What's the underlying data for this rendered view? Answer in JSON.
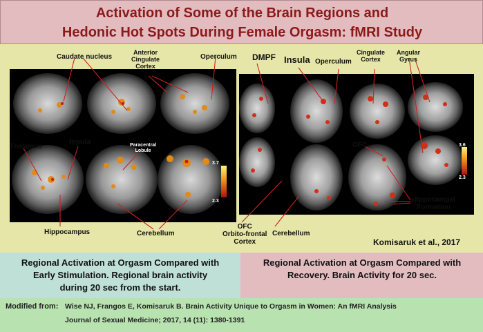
{
  "title": {
    "line1": "Activation of Some of the Brain Regions  and",
    "line2": "Hedonic Hot Spots During Female Orgasm: fMRI Study"
  },
  "left_panel": {
    "labels": {
      "caudate": "Caudate nucleus",
      "anterior_cingulate": "Anterior\nCingulate\nCortex",
      "operculum": "Operculum",
      "thalamus": "Thalamus",
      "insula": "Insula",
      "paracentral": "Paracentral\nLobule",
      "hippocampus": "Hippocampus",
      "cerebellum": "Cerebellum"
    },
    "scale": {
      "max": "3.7",
      "min": "2.3"
    }
  },
  "right_panel": {
    "labels": {
      "dmpf": "DMPF",
      "insula": "Insula",
      "operculum": "Operculum",
      "cingulate": "Cingulate\nCortex",
      "angular": "Angular\nGyrus",
      "ofc_inner": "OFC",
      "hippocampal": "Hippocampal\nFormation",
      "cerebellum": "Cerebellum",
      "ofc_full": "OFC\nOrbito-frontal\nCortex"
    },
    "scale": {
      "max": "3.6",
      "min": "2.3"
    }
  },
  "citation_tag": "Komisaruk et al., 2017",
  "captions": {
    "left": "Regional Activation at Orgasm Compared with Early Stimulation. Regional brain activity during 20 sec from the start.",
    "right": "Regional Activation at Orgasm Compared with Recovery. Brain Activity for 20 sec."
  },
  "credit": {
    "prefix": "Modified from:",
    "line1": "Wise NJ, Frangos E, Komisaruk B. Brain Activity Unique to Orgasm in Women: An fMRI Analysis",
    "line2": "Journal of Sexual Medicine; 2017, 14 (11): 1380-1391"
  },
  "colors": {
    "title_bg": "#e3bcc0",
    "title_text": "#8b1a1a",
    "main_bg": "#e6e6a8",
    "left_caption_bg": "#bfe0d6",
    "credit_bg": "#b8e2b0",
    "pointer_line": "#cc2222"
  }
}
